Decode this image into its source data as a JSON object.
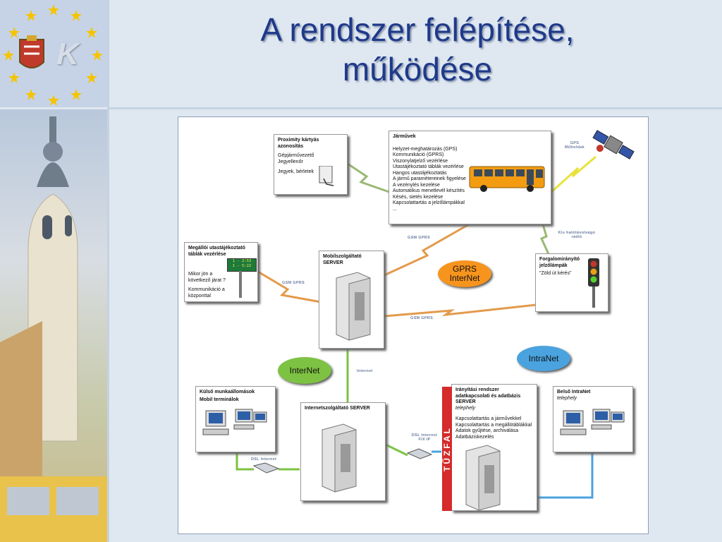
{
  "title": {
    "line1": "A rendszer felépítése,",
    "line2": "működése"
  },
  "logo": {
    "text": "K"
  },
  "colors": {
    "title": "#1f3a8a",
    "accent_orange": "#f7941d",
    "accent_green": "#7dc242",
    "accent_blue": "#4aa3df",
    "firewall": "#d52b2b",
    "bus": "#f39c12"
  },
  "boxes": {
    "proximity": {
      "title": "Proximity kártyás azonosítás",
      "line1": "Gépjárművezető",
      "line2": "Jegyellenőr",
      "line3": "Jegyek, bérletek"
    },
    "vehicles": {
      "title": "Járművek",
      "items": [
        "Helyzet-meghatározás (GPS)",
        "Kommunikáció (GPRS)",
        "Viszonylatjelző vezérlése",
        "Utastájékoztató táblák vezérlése",
        "Hangos utastájékoztatás",
        "A jármű paramétereinek figyelése",
        "A vezénylés kezelése",
        "Automatikus menetlevél készítés",
        "Késés, sietés kezelése",
        "Kapcsolattartás a jelzőlámpákkal",
        "..."
      ]
    },
    "stopdisplay": {
      "title": "Megállói utastájékoztató táblák vezérlése",
      "line1": "Mikor jön a következő járat ?",
      "line2": "Kommunikáció a központtal",
      "sign1": "1 - 2:53",
      "sign2": "1 - 5:22"
    },
    "mobileserver": {
      "title": "Mobilszolgáltató SERVER"
    },
    "traffic": {
      "title": "Forgalomirányító jelzőlámpák",
      "line1": "\"Zöld út kérés\""
    },
    "external": {
      "title": "Külső munkaállomások",
      "subtitle": "Mobil terminálok"
    },
    "internetserver": {
      "title": "Internetszolgáltató SERVER"
    },
    "control": {
      "title": "Irányítási rendszer adatkapcsolati és adatbázis SERVER",
      "subtitle": "telephely",
      "items": [
        "Kapcsolattartás a járművekkel",
        "Kapcsolattartás a megállótáblákkal",
        "Adatok gyűjtése, archiválása",
        "Adatbáziskezelés"
      ]
    },
    "intranet_box": {
      "title": "Belső IntraNet",
      "subtitle": "telephely"
    }
  },
  "ovals": {
    "gprs": "GPRS InterNet",
    "internet": "InterNet",
    "intranet": "IntraNet"
  },
  "link_labels": {
    "gsm_gprs_top": "GSM GPRS",
    "gsm_gprs_left": "GSM GPRS",
    "gsm_gprs_right": "GSM GPRS",
    "internet": "Internet",
    "dsl_internet": "DSL Internet",
    "dsl_fix": "DSL Internet FIX IP",
    "gps": "GPS Műholdak",
    "radio": "Kis hatótávolságú rádió"
  },
  "firewall": "TŰZFAL"
}
